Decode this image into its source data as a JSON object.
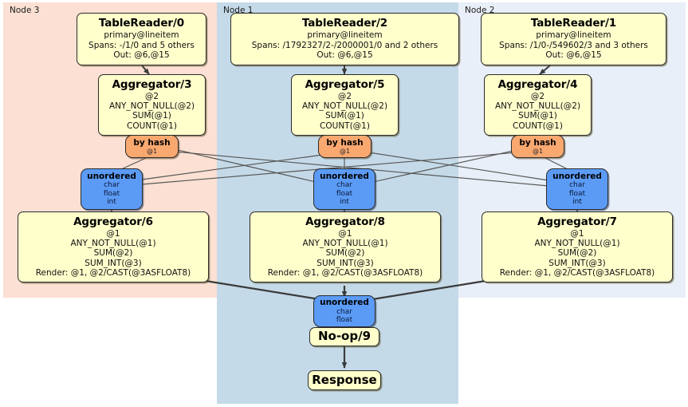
{
  "diagram": {
    "title": "Distributed SQL query plan",
    "colors": {
      "panel_node3": "#fbe0d3",
      "panel_node1": "#c5dae8",
      "panel_node2": "#e9eff8",
      "processor_fill": "#ffffcc",
      "hash_fill": "#f9a870",
      "stream_fill": "#5b9bf5",
      "edge": "#4a4a4a",
      "border": "#2b2b2b"
    },
    "panels": [
      {
        "name": "node-3-panel",
        "label": "Node 3"
      },
      {
        "name": "node-1-panel",
        "label": "Node 1"
      },
      {
        "name": "node-2-panel",
        "label": "Node 2"
      }
    ]
  },
  "nodes": {
    "table_reader_0": {
      "title": "TableReader/0",
      "line1": "primary@lineitem",
      "line2": "Spans: -/1/0 and 5 others",
      "line3": "Out: @6,@15"
    },
    "table_reader_2": {
      "title": "TableReader/2",
      "line1": "primary@lineitem",
      "line2": "Spans: /1792327/2-/2000001/0 and 2 others",
      "line3": "Out: @6,@15"
    },
    "table_reader_1": {
      "title": "TableReader/1",
      "line1": "primary@lineitem",
      "line2": "Spans: /1/0-/549602/3 and 3 others",
      "line3": "Out: @6,@15"
    },
    "aggregator_3": {
      "title": "Aggregator/3",
      "line1": "@2",
      "line2": "ANY_NOT_NULL(@2)",
      "line3": "SUM(@1)",
      "line4": "COUNT(@1)"
    },
    "aggregator_5": {
      "title": "Aggregator/5",
      "line1": "@2",
      "line2": "ANY_NOT_NULL(@2)",
      "line3": "SUM(@1)",
      "line4": "COUNT(@1)"
    },
    "aggregator_4": {
      "title": "Aggregator/4",
      "line1": "@2",
      "line2": "ANY_NOT_NULL(@2)",
      "line3": "SUM(@1)",
      "line4": "COUNT(@1)"
    },
    "hash_left": {
      "title": "by hash",
      "line1": "@1"
    },
    "hash_center": {
      "title": "by hash",
      "line1": "@1"
    },
    "hash_right": {
      "title": "by hash",
      "line1": "@1"
    },
    "unordered_left": {
      "title": "unordered",
      "line1": "char",
      "line2": "float",
      "line3": "int"
    },
    "unordered_center": {
      "title": "unordered",
      "line1": "char",
      "line2": "float",
      "line3": "int"
    },
    "unordered_right": {
      "title": "unordered",
      "line1": "char",
      "line2": "float",
      "line3": "int"
    },
    "aggregator_6": {
      "title": "Aggregator/6",
      "line1": "@1",
      "line2": "ANY_NOT_NULL(@1)",
      "line3": "SUM(@2)",
      "line4": "SUM_INT(@3)",
      "line5": "Render: @1, @2/CAST(@3ASFLOAT8)"
    },
    "aggregator_8": {
      "title": "Aggregator/8",
      "line1": "@1",
      "line2": "ANY_NOT_NULL(@1)",
      "line3": "SUM(@2)",
      "line4": "SUM_INT(@3)",
      "line5": "Render: @1, @2/CAST(@3ASFLOAT8)"
    },
    "aggregator_7": {
      "title": "Aggregator/7",
      "line1": "@1",
      "line2": "ANY_NOT_NULL(@1)",
      "line3": "SUM(@2)",
      "line4": "SUM_INT(@3)",
      "line5": "Render: @1, @2/CAST(@3ASFLOAT8)"
    },
    "unordered_final": {
      "title": "unordered",
      "line1": "char",
      "line2": "float"
    },
    "noop_9": {
      "title": "No-op/9"
    },
    "response": {
      "title": "Response"
    }
  }
}
